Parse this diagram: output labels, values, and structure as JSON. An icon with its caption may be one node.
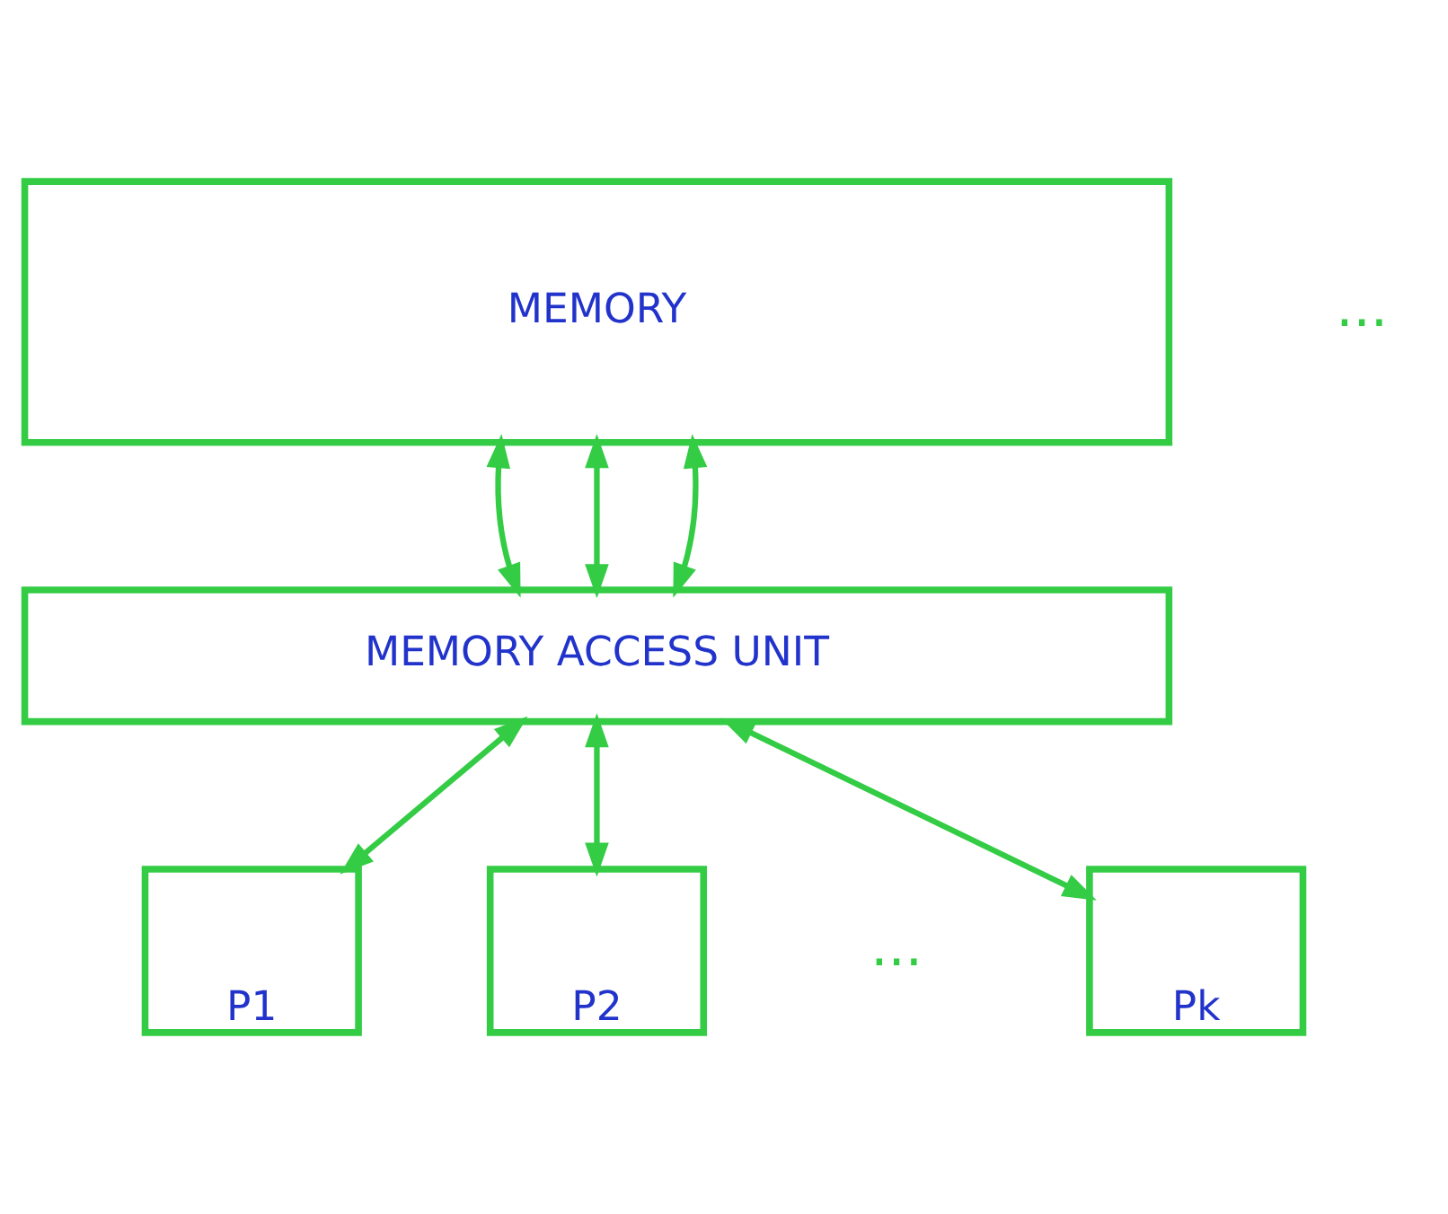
{
  "diagram": {
    "nodes": [
      {
        "text": [
          "MEMORY"
        ]
      },
      {
        "text": [
          "MEMORY ACCESS UNIT"
        ]
      },
      {
        "text": [
          "P1"
        ]
      },
      {
        "text": [
          "P2"
        ]
      },
      {
        "text": [
          "Pk"
        ]
      }
    ],
    "edges": [
      {
        "from": 0,
        "to": 1,
        "arrow": "both"
      },
      {
        "from": 0,
        "to": 1,
        "arrow": "both"
      },
      {
        "from": 0,
        "to": 1,
        "arrow": "both"
      },
      {
        "from": 1,
        "to": 2,
        "arrow": "both"
      },
      {
        "from": 1,
        "to": 3,
        "arrow": "both"
      },
      {
        "from": 1,
        "to": 4,
        "arrow": "both"
      }
    ],
    "labels": [
      "...",
      "..."
    ]
  }
}
